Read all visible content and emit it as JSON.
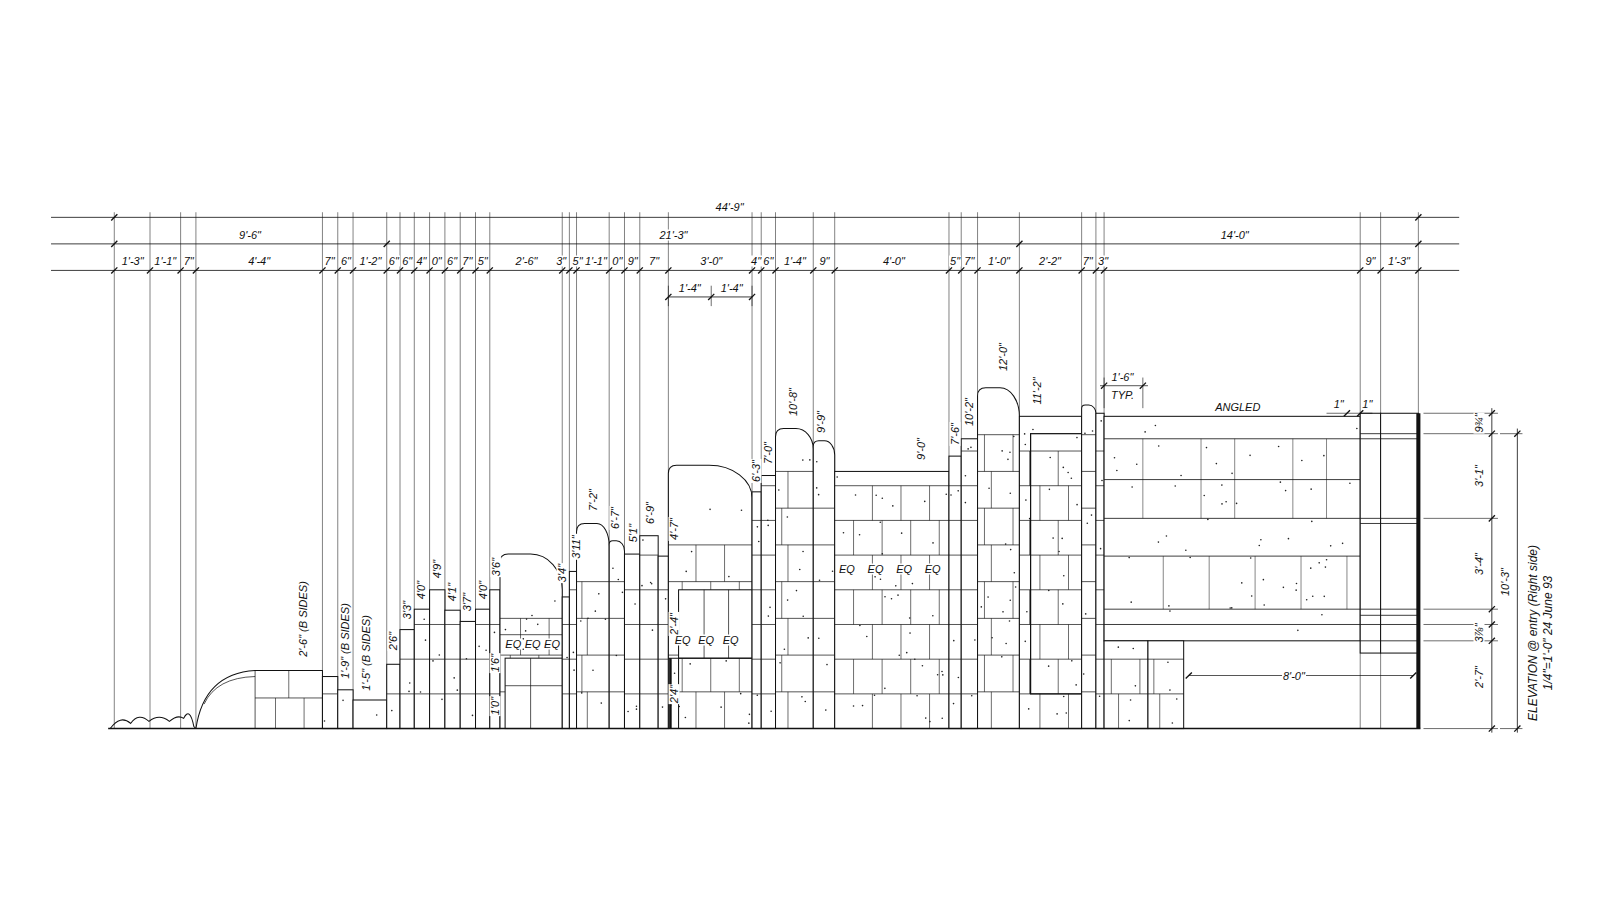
{
  "diagram": {
    "caption": "ELEVATION @ entry (Right side) 1/4\"=1'-0\" 24 June 93",
    "labels": [
      "44'-9\"",
      "9'-6\"",
      "21'-3\"",
      "14'-0\"",
      "1'-3\"",
      "1'-1\"",
      "7\"",
      "4'-4\"",
      "7\"",
      "6\"",
      "1'-2\"",
      "6\"",
      "6\"",
      "4\"",
      "0\"",
      "6\"",
      "7\"",
      "5\"",
      "2'-6\"",
      "3\"",
      "5\"",
      "1'-1\"",
      "0\"",
      "9\"",
      "7\"",
      "3'-0\"",
      "4\"",
      "6\"",
      "1'-4\"",
      "9\"",
      "4'-0\"",
      "5\"",
      "7\"",
      "1'-0\"",
      "2'-2\"",
      "7\"",
      "3\"",
      "9\"",
      "1'-3\"",
      "1'-4\"",
      "1'-4\"",
      "2'-6\" (B SIDES)",
      "1'-9\" (B SIDES)",
      "1'-5\" (B SIDES)",
      "2'6\"",
      "3'3\"",
      "4'0\"",
      "4'9\"",
      "4'1\"",
      "3'7\"",
      "4'0\"",
      "3'6\"",
      "1'6\"",
      "1'0\"",
      "3'4\"",
      "3'11\"",
      "7'-2\"",
      "6'-7\"",
      "5'1\"",
      "6'-9\"",
      "4'-7\"",
      "2'-4\"",
      "2'4\"",
      "6'-3\"",
      "7'-0\"",
      "10'-8\"",
      "9'-9\"",
      "9'-0\"",
      "7'-6\"",
      "10'-2\"",
      "12'-0\"",
      "11'-2\"",
      "1'-6\"",
      "TYP.",
      "ANGLED",
      "1\"",
      "1\"",
      "9¾\"",
      "3'-1\"",
      "3'-4\"",
      "3⅞\"",
      "2'-7\"",
      "10'-3\"",
      "8'-0\"",
      "EQ",
      "EQ",
      "EQ",
      "EQ",
      "EQ",
      "EQ",
      "EQ",
      "EQ",
      "EQ",
      "EQ"
    ]
  }
}
